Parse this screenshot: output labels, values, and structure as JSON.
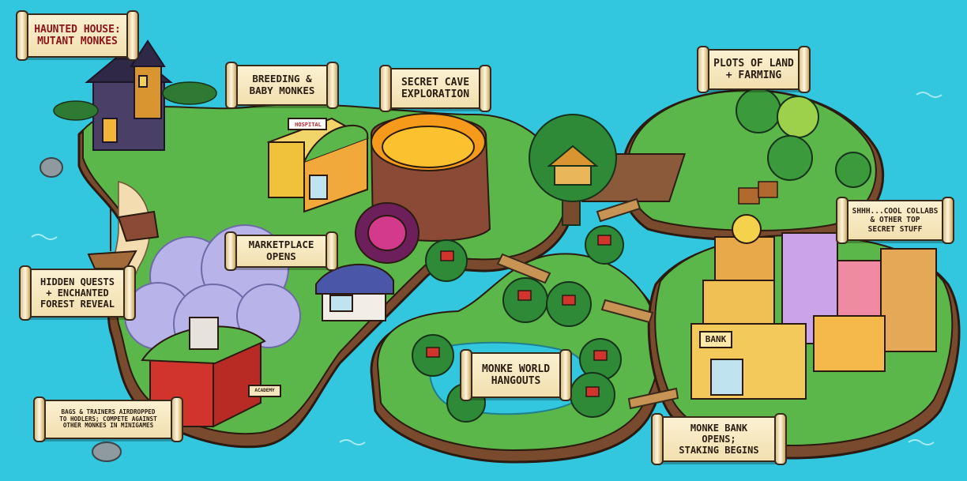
{
  "labels": {
    "haunted_house": "Haunted House:\nMutant Monkes",
    "breeding": "Breeding &\nBaby Monkes",
    "secret_cave": "Secret Cave\nExploration",
    "plots_of_land": "Plots of Land\n+ Farming",
    "collabs": "Shhh...Cool Collabs\n& other top\nsecret stuff",
    "marketplace": "Marketplace\nOpens",
    "hidden_quests": "Hidden Quests\n+ Enchanted\nForest Reveal",
    "bags_trainers": "Bags & Trainers Airdropped\nto Hodlers; Compete Against\nOther Monkes in Minigames",
    "hangouts": "Monke World\nHangouts",
    "bank": "Monke Bank\nOpens;\nStaking Begins"
  },
  "signs": {
    "hospital": "Hospital",
    "bank": "BANK",
    "academy": "Academy"
  },
  "colors": {
    "ocean": "#33c6df",
    "grass": "#5cb74a",
    "grass_dark": "#3f8f36",
    "soil": "#8a5a3a",
    "lava": "#f59a1a",
    "scroll": "#f5e6bd"
  }
}
